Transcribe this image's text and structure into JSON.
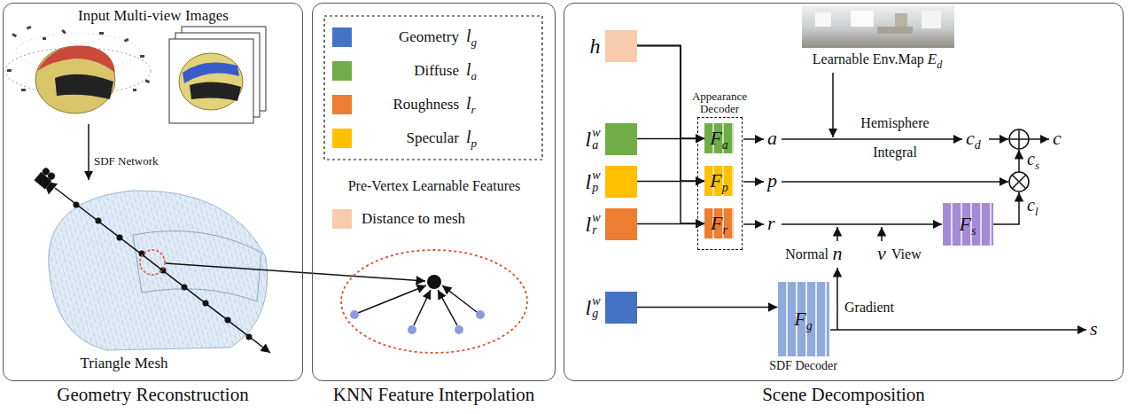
{
  "diagram": {
    "nodes": [
      {
        "text": [
          "Geometry Reconstruction"
        ]
      },
      {
        "text": [
          "KNN Feature Interpolation"
        ]
      },
      {
        "text": [
          "Scene Decomposition"
        ]
      },
      {
        "text": [
          "h"
        ],
        "in": 2
      },
      {
        "text": [
          "l",
          "w",
          "a"
        ],
        "in": 2
      },
      {
        "text": [
          "l",
          "w",
          "p"
        ],
        "in": 2
      },
      {
        "text": [
          "l",
          "w",
          "r"
        ],
        "in": 2
      },
      {
        "text": [
          "l",
          "w",
          "g"
        ],
        "in": 2
      },
      {
        "text": [
          "Appearance Decoder"
        ],
        "in": 2
      },
      {
        "text": [
          "F",
          "a"
        ],
        "in": 8
      },
      {
        "text": [
          "F",
          "p"
        ],
        "in": 8
      },
      {
        "text": [
          "F",
          "r"
        ],
        "in": 8
      },
      {
        "text": [
          "F",
          "s"
        ],
        "in": 2
      },
      {
        "text": [
          "F",
          "g",
          "SDF Decoder"
        ],
        "in": 2
      }
    ],
    "edges": [
      {
        "from": 3,
        "to": 9,
        "arrow": "to"
      },
      {
        "from": 3,
        "to": 10,
        "arrow": "to"
      },
      {
        "from": 3,
        "to": 11,
        "arrow": "to"
      },
      {
        "from": 4,
        "to": 9,
        "arrow": "to"
      },
      {
        "from": 5,
        "to": 10,
        "arrow": "to"
      },
      {
        "from": 6,
        "to": 11,
        "arrow": "to"
      },
      {
        "from": 7,
        "to": 13,
        "arrow": "to"
      }
    ],
    "labels": [
      "Input Multi-view Images",
      "SDF Network",
      "Triangle Mesh",
      "l",
      "g",
      "l",
      "a",
      "l",
      "r",
      "l",
      "p",
      "Pre-Vertex Learnable Features",
      "Learnable Env.Map",
      "E",
      "d",
      "Hemisphere",
      "Integral",
      "a",
      "c",
      "d",
      "c",
      "c",
      "s",
      "p",
      "r",
      "c",
      "l",
      "Normal",
      "n",
      "v",
      "View",
      "Gradient",
      "s"
    ],
    "legend": [
      {
        "text": "Geometry",
        "color": "#4472c4"
      },
      {
        "text": "Diffuse",
        "color": "#70ad47"
      },
      {
        "text": "Roughness",
        "color": "#ed7d31"
      },
      {
        "text": "Specular",
        "color": "#ffc000"
      },
      {
        "text": "Distance to mesh",
        "color": "#f8cbad"
      }
    ]
  }
}
